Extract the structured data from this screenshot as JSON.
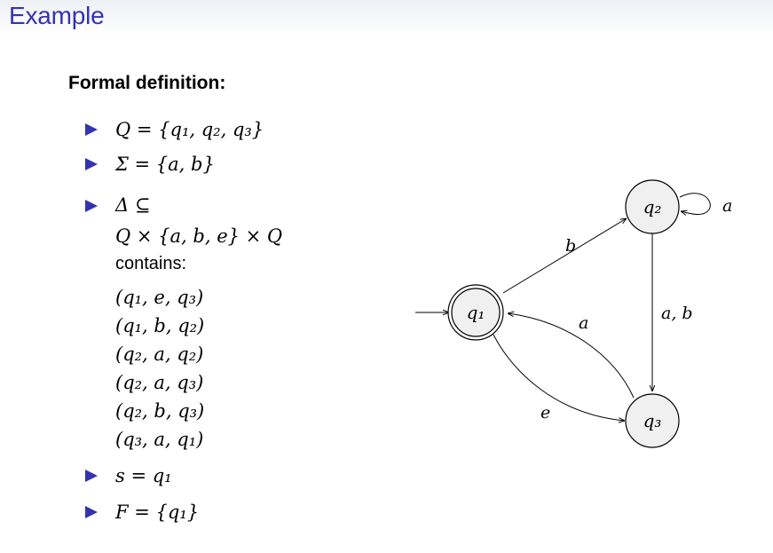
{
  "slide": {
    "title": "Example"
  },
  "definition": {
    "heading": "Formal definition:",
    "q_line": "Q = {q₁, q₂, q₃}",
    "sigma_line": "Σ = {a, b}",
    "delta_line_1": "Δ ⊆",
    "delta_line_2": "Q × {a, b, e} × Q",
    "delta_contains": "contains:",
    "transitions": [
      "(q₁, e, q₃)",
      "(q₁, b, q₂)",
      "(q₂, a, q₂)",
      "(q₂, a, q₃)",
      "(q₂, b, q₃)",
      "(q₃, a, q₁)"
    ],
    "start_line": "s = q₁",
    "final_line": "F = {q₁}"
  },
  "automaton": {
    "states": [
      {
        "id": "q1",
        "label": "q₁",
        "accepting": true,
        "start": true
      },
      {
        "id": "q2",
        "label": "q₂",
        "accepting": false,
        "start": false
      },
      {
        "id": "q3",
        "label": "q₃",
        "accepting": false,
        "start": false
      }
    ],
    "edges": [
      {
        "from": "q1",
        "to": "q2",
        "label": "b"
      },
      {
        "from": "q2",
        "to": "q2",
        "label": "a"
      },
      {
        "from": "q2",
        "to": "q3",
        "label": "a, b"
      },
      {
        "from": "q3",
        "to": "q1",
        "label": "a"
      },
      {
        "from": "q1",
        "to": "q3",
        "label": "e"
      }
    ],
    "colors": {
      "state_fill": "#f0f0f0",
      "stroke": "#000000"
    }
  },
  "theme": {
    "title_color": "#3333b3",
    "bullet_color": "#3333b3"
  }
}
